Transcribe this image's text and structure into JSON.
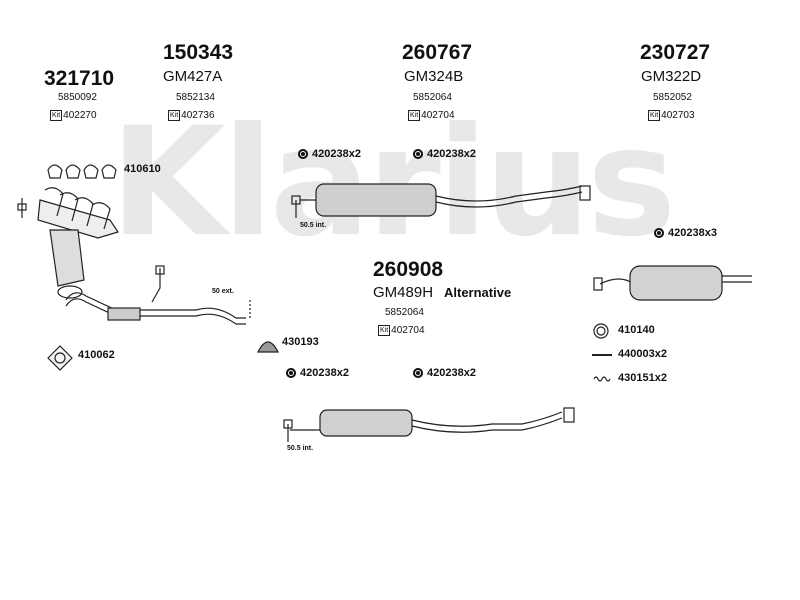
{
  "watermark": "Klarius",
  "groups": [
    {
      "code": "321710",
      "sub": "",
      "oe": "5850092",
      "kit": "402270"
    },
    {
      "code": "150343",
      "sub": "GM427A",
      "oe": "5852134",
      "kit": "402736"
    },
    {
      "code": "260767",
      "sub": "GM324B",
      "oe": "5852064",
      "kit": "402704"
    },
    {
      "code": "230727",
      "sub": "GM322D",
      "oe": "5852052",
      "kit": "402703"
    },
    {
      "code": "260908",
      "sub": "GM489H",
      "oe": "5852064",
      "kit": "402704",
      "note": "Alternative"
    }
  ],
  "kit_badge": "Kit",
  "parts": {
    "gasket_set": "410610",
    "gasket_ring": "410062",
    "hanger": "430193",
    "ring": "410140",
    "bolt": "440003x2",
    "spring": "430151x2",
    "clamp1": "420238x2",
    "clamp2": "420238x2",
    "clamp3": "420238x3",
    "clamp4": "420238x2",
    "clamp5": "420238x2"
  },
  "dims": {
    "d1": "50.5 int.",
    "d2": "50 ext.",
    "d3": "50.5 int."
  }
}
